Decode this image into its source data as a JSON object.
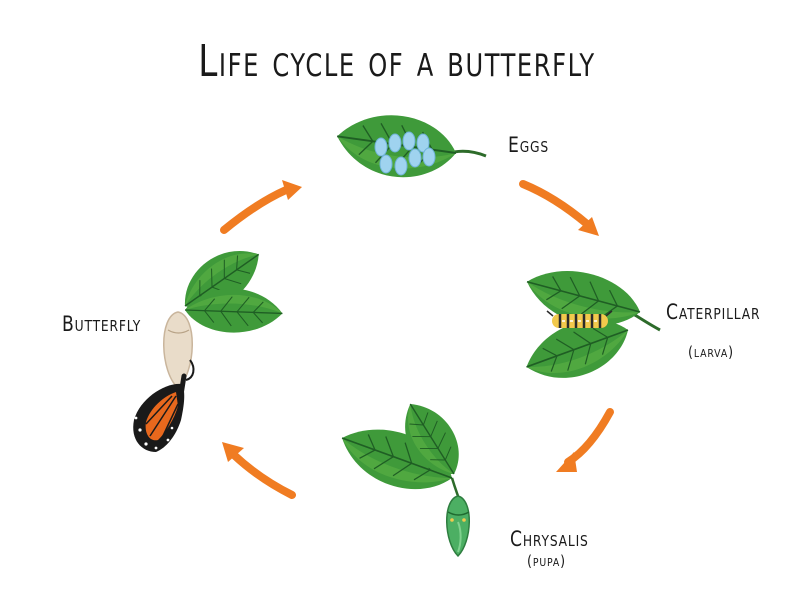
{
  "title": "Life cycle of a butterfly",
  "stages": {
    "eggs": {
      "label": "Eggs"
    },
    "caterpillar": {
      "label": "Caterpillar",
      "sublabel": "(larva)"
    },
    "chrysalis": {
      "label": "Chrysalis",
      "sublabel": "(pupa)"
    },
    "butterfly": {
      "label": "Butterfly"
    }
  },
  "colors": {
    "arrow": "#f07c22",
    "leaf": "#3f9a3a",
    "leaf_light": "#66b84a",
    "egg": "#9fd3ef",
    "caterpillar_stripe": "#f2c94c",
    "chrysalis": "#4caf63",
    "wing": "#e8681d",
    "wing_border": "#1a1a1a"
  },
  "icons": [
    "leaf-icon",
    "egg-icon",
    "caterpillar-icon",
    "chrysalis-icon",
    "butterfly-icon",
    "cycle-arrow-icon"
  ]
}
